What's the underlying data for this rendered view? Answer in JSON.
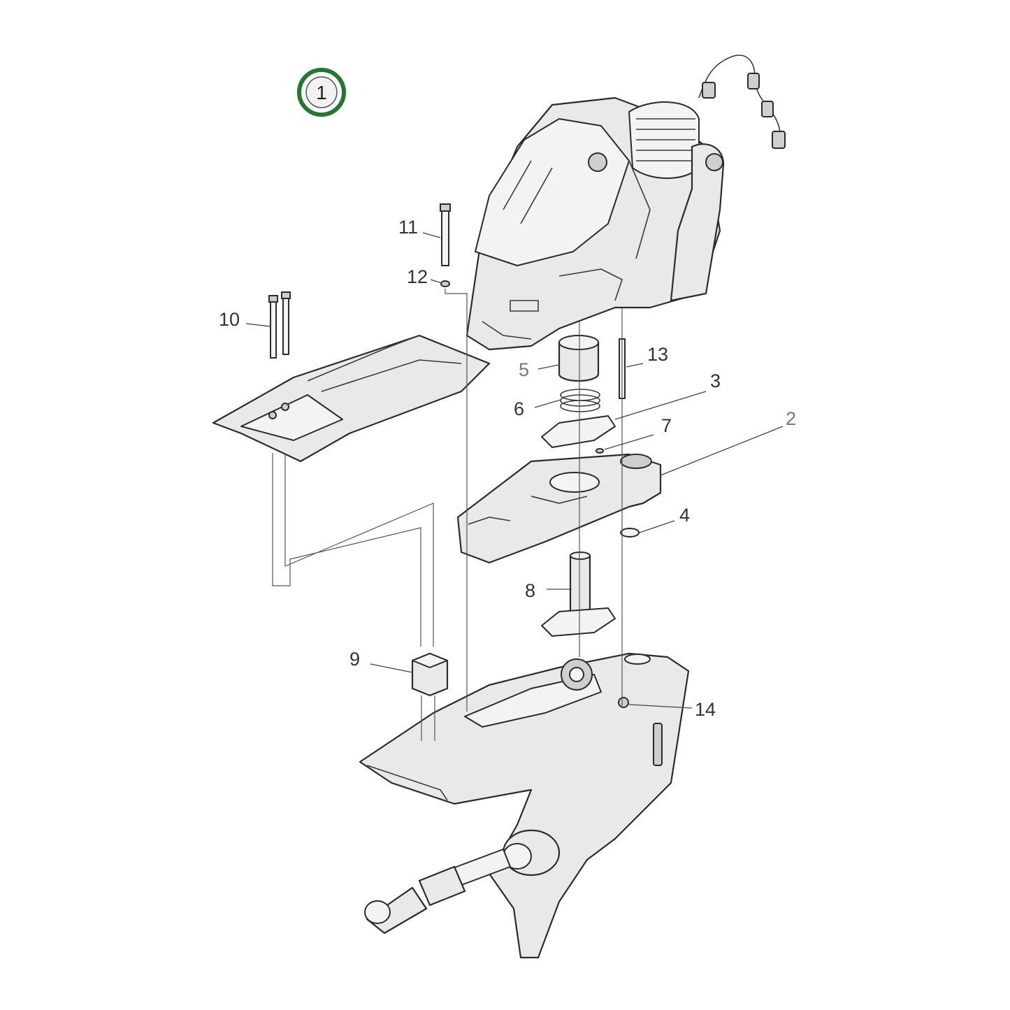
{
  "badge": {
    "number": "1"
  },
  "callouts": {
    "c1": "2",
    "c2": "3",
    "c3": "4",
    "c4": "5",
    "c5": "6",
    "c6": "7",
    "c7": "8",
    "c8": "9",
    "c9": "10",
    "c10": "11",
    "c11": "12",
    "c12": "13",
    "c13": "14"
  },
  "colors": {
    "badge_ring": "#1f7a2c",
    "part_fill": "#e9e9e9",
    "outline": "#2b2b2b"
  }
}
